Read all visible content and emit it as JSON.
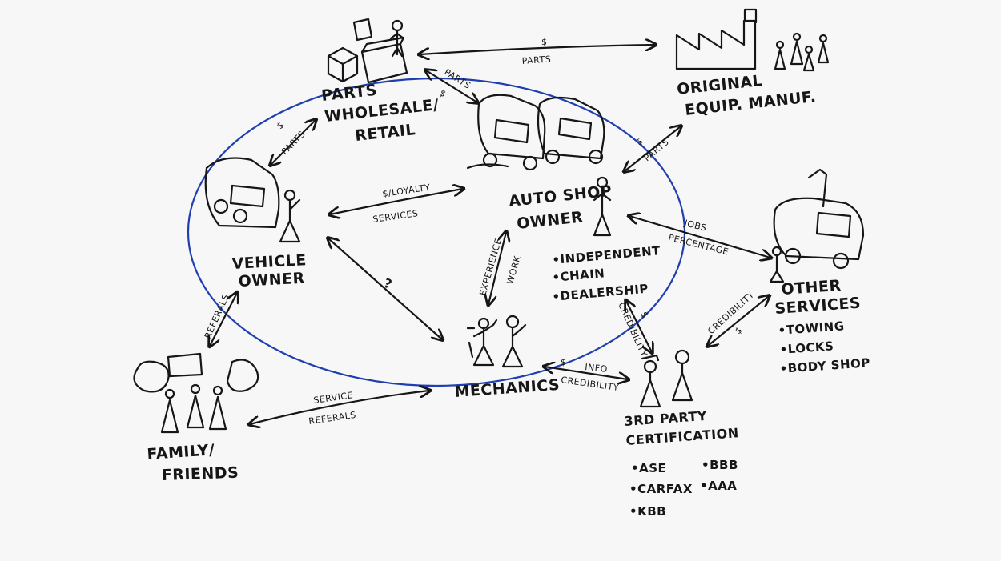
{
  "colors": {
    "ink": "#161616",
    "ellipse": "#1f3fb0",
    "background": "#f7f7f7"
  },
  "nodes": {
    "parts_wholesale": [
      "PARTS",
      "WHOLESALE/",
      "RETAIL"
    ],
    "oem": [
      "ORIGINAL",
      "EQUIP. MANUF."
    ],
    "auto_shop_owner": [
      "AUTO SHOP",
      "OWNER"
    ],
    "vehicle_owner": [
      "VEHICLE",
      "OWNER"
    ],
    "mechanics": "MECHANICS",
    "other_services": [
      "OTHER",
      "SERVICES"
    ],
    "family_friends": [
      "FAMILY/",
      "FRIENDS"
    ],
    "third_party": [
      "3RD PARTY",
      "CERTIFICATION"
    ]
  },
  "lists": {
    "shop_types": [
      "•INDEPENDENT",
      "•CHAIN",
      "•DEALERSHIP"
    ],
    "other_services": [
      "•TOWING",
      "•LOCKS",
      "•BODY SHOP"
    ],
    "cert_left": [
      "•ASE",
      "•CARFAX",
      "•KBB"
    ],
    "cert_right": [
      "•BBB",
      "•AAA"
    ]
  },
  "edges": {
    "wholesale_oem": [
      "$",
      "PARTS"
    ],
    "wholesale_shop": [
      "PARTS",
      "$"
    ],
    "vehicle_wholesale": [
      "$",
      "PARTS"
    ],
    "oem_shop": [
      "$",
      "PARTS"
    ],
    "vehicle_shop": [
      "$/LOYALTY",
      "SERVICES"
    ],
    "shop_mechanics": [
      "EXPERIENCE",
      "WORK"
    ],
    "vehicle_mechanics": "?",
    "shop_other": [
      "JOBS",
      "PERCENTAGE"
    ],
    "vehicle_family": "REFERALS",
    "family_mechanics": [
      "SERVICE",
      "REFERALS"
    ],
    "mechanics_cert": [
      "$",
      "INFO",
      "CREDIBILITY"
    ],
    "shop_cert": [
      "$",
      "CREDIBILITY"
    ],
    "other_cert": [
      "CREDIBILITY",
      "$"
    ]
  }
}
